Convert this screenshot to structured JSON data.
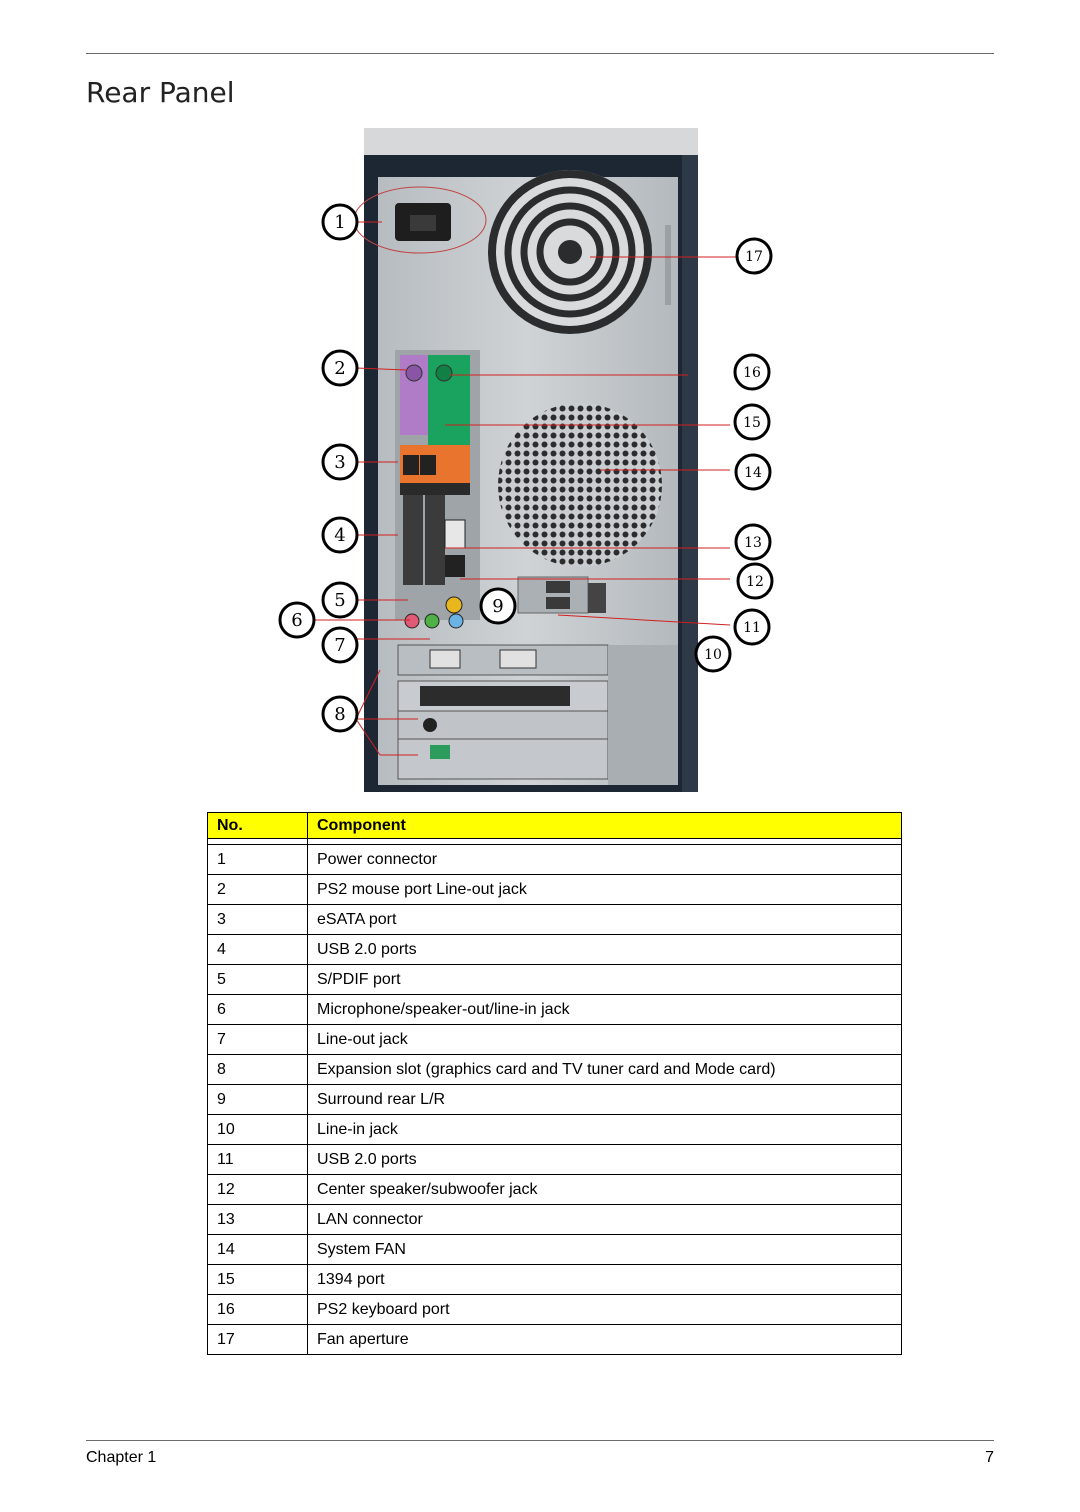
{
  "page": {
    "title": "Rear Panel",
    "chapter_label": "Chapter 1",
    "page_number": "7"
  },
  "callouts": [
    "1",
    "2",
    "3",
    "4",
    "5",
    "6",
    "7",
    "8",
    "9",
    "10",
    "11",
    "12",
    "13",
    "14",
    "15",
    "16",
    "17"
  ],
  "table": {
    "headers": {
      "no": "No.",
      "component": "Component"
    },
    "header_color": "#ffff00",
    "rows": [
      {
        "no": "1",
        "component": "Power connector"
      },
      {
        "no": "2",
        "component": "PS2 mouse port Line-out jack"
      },
      {
        "no": "3",
        "component": "eSATA port"
      },
      {
        "no": "4",
        "component": "USB 2.0 ports"
      },
      {
        "no": "5",
        "component": "S/PDIF port"
      },
      {
        "no": "6",
        "component": "Microphone/speaker-out/line-in jack"
      },
      {
        "no": "7",
        "component": "Line-out jack"
      },
      {
        "no": "8",
        "component": "Expansion slot (graphics card and TV tuner card and Mode card)"
      },
      {
        "no": "9",
        "component": "Surround rear L/R"
      },
      {
        "no": "10",
        "component": "Line-in jack"
      },
      {
        "no": "11",
        "component": "USB 2.0 ports"
      },
      {
        "no": "12",
        "component": "Center speaker/subwoofer jack"
      },
      {
        "no": "13",
        "component": "LAN connector"
      },
      {
        "no": "14",
        "component": "System FAN"
      },
      {
        "no": "15",
        "component": "1394 port"
      },
      {
        "no": "16",
        "component": "PS2 keyboard port"
      },
      {
        "no": "17",
        "component": "Fan aperture"
      }
    ]
  }
}
